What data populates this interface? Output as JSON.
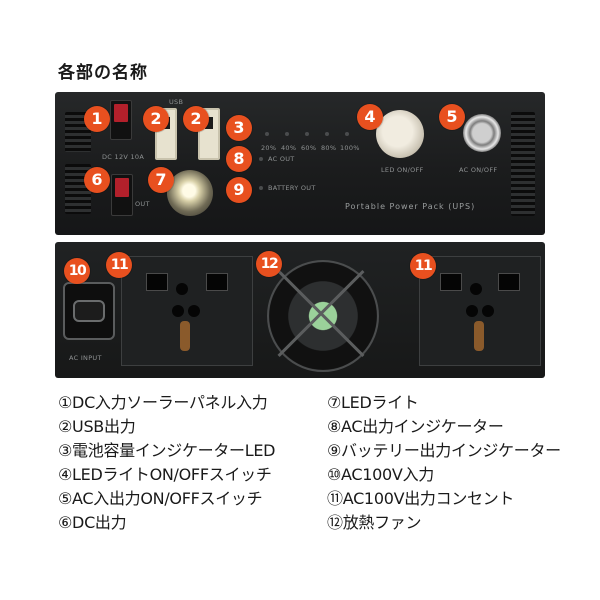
{
  "title": "各部の名称",
  "badges": [
    "1",
    "2",
    "2",
    "3",
    "4",
    "5",
    "6",
    "7",
    "8",
    "9",
    "10",
    "11",
    "12",
    "11"
  ],
  "panel_labels": {
    "usb": "USB",
    "dc_rating": "DC 12V 10A",
    "out": "OUT",
    "levels": [
      "20%",
      "40%",
      "60%",
      "80%",
      "100%"
    ],
    "ac_out": "AC OUT",
    "battery_out": "BATTERY OUT",
    "led_on_off": "LED ON/OFF",
    "ac_on_off": "AC ON/OFF",
    "product": "Portable Power Pack (UPS)",
    "ac_input": "AC INPUT"
  },
  "legend_left": [
    "①DC入力ソーラーパネル入力",
    "②USB出力",
    "③電池容量インジケーターLED",
    "④LEDライトON/OFFスイッチ",
    "⑤AC入出力ON/OFFスイッチ",
    "⑥DC出力"
  ],
  "legend_right": [
    "⑦LEDライト",
    "⑧AC出力インジケーター",
    "⑨バッテリー出力インジケーター",
    "⑩AC100V入力",
    "⑪AC100V出力コンセント",
    "⑫放熱ファン"
  ],
  "colors": {
    "badge": "#e8501f",
    "panel": "#1d1f21"
  }
}
